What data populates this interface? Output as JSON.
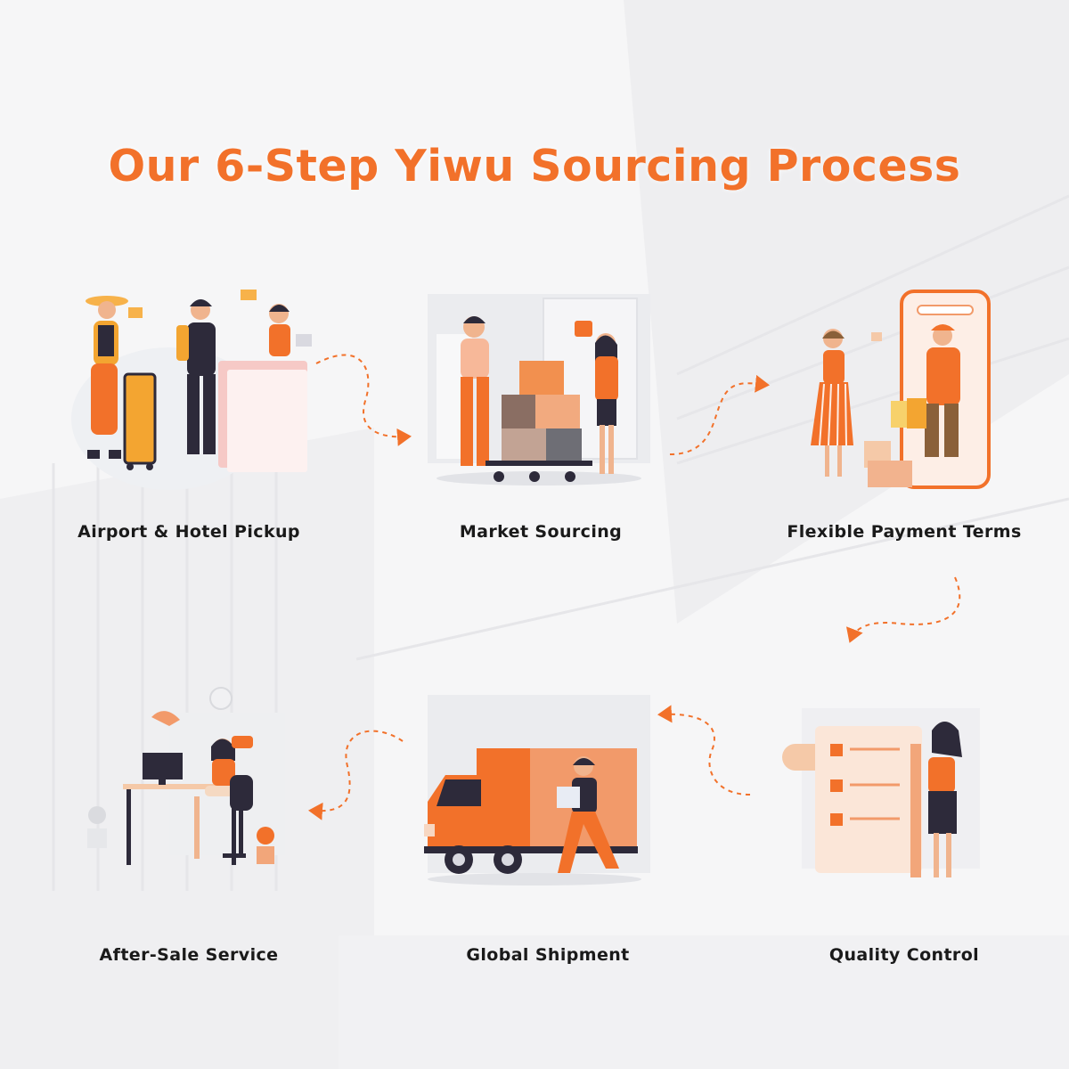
{
  "title": "Our 6-Step Yiwu Sourcing Process",
  "accent_color": "#f2712a",
  "steps": [
    {
      "label": "Airport & Hotel Pickup",
      "icon": "travelers-at-hotel-desk-illustration"
    },
    {
      "label": "Market Sourcing",
      "icon": "cart-with-boxes-illustration"
    },
    {
      "label": "Flexible Payment Terms",
      "icon": "phone-delivery-payment-illustration"
    },
    {
      "label": "After-Sale Service",
      "icon": "office-desk-support-illustration"
    },
    {
      "label": "Global Shipment",
      "icon": "delivery-truck-illustration"
    },
    {
      "label": "Quality Control",
      "icon": "checklist-inspection-illustration"
    }
  ]
}
